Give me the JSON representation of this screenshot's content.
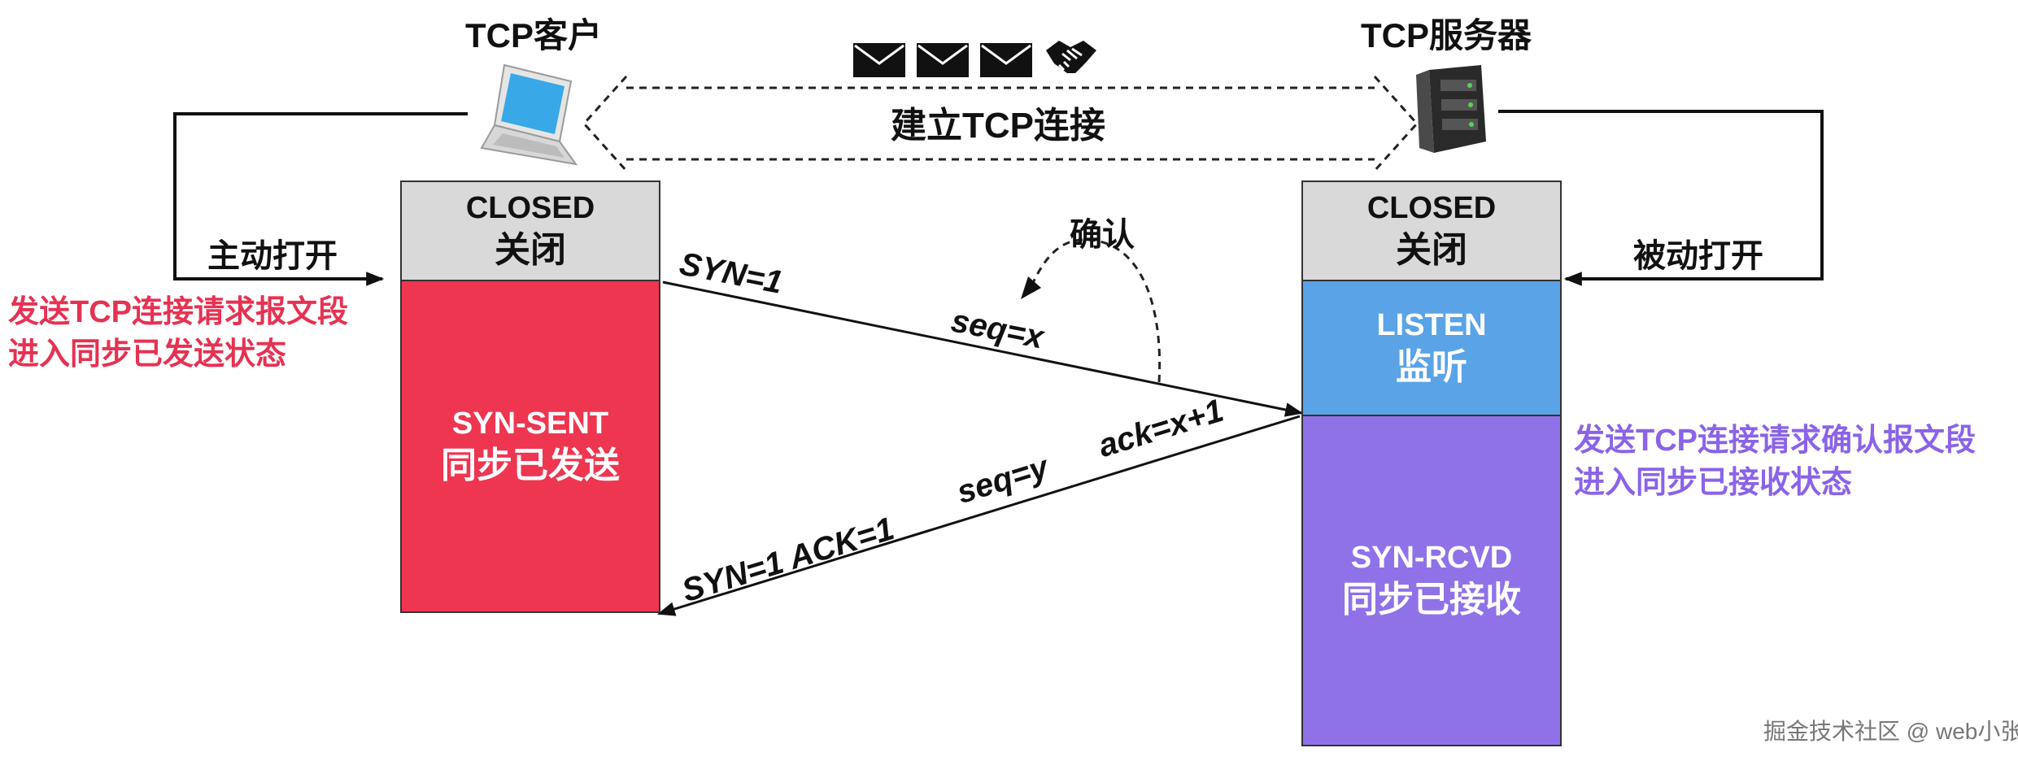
{
  "client": {
    "title": "TCP客户",
    "action": "主动打开"
  },
  "server": {
    "title": "TCP服务器",
    "action": "被动打开"
  },
  "connection": {
    "label": "建立TCP连接"
  },
  "confirm_label": "确认",
  "client_states": [
    {
      "en": "CLOSED",
      "zh": "关闭",
      "color": "#d9d9d9"
    },
    {
      "en": "SYN-SENT",
      "zh": "同步已发送",
      "color": "#ee3651"
    }
  ],
  "server_states": [
    {
      "en": "CLOSED",
      "zh": "关闭",
      "color": "#d9d9d9"
    },
    {
      "en": "LISTEN",
      "zh": "监听",
      "color": "#5aa3e6"
    },
    {
      "en": "SYN-RCVD",
      "zh": "同步已接收",
      "color": "#8f72e8"
    }
  ],
  "segment1": {
    "flags": "SYN=1",
    "seq": "seq=x"
  },
  "segment2": {
    "flags": "SYN=1  ACK=1",
    "seq": "seq=y",
    "ack": "ack=x+1"
  },
  "client_note": [
    "发送TCP连接请求报文段",
    "进入同步已发送状态"
  ],
  "server_note": [
    "发送TCP连接请求确认报文段",
    "进入同步已接收状态"
  ],
  "icons": [
    "envelope-icon",
    "envelope-icon",
    "envelope-icon",
    "handshake-icon",
    "laptop-icon",
    "server-icon"
  ],
  "watermark": "掘金技术社区 @ web小张"
}
